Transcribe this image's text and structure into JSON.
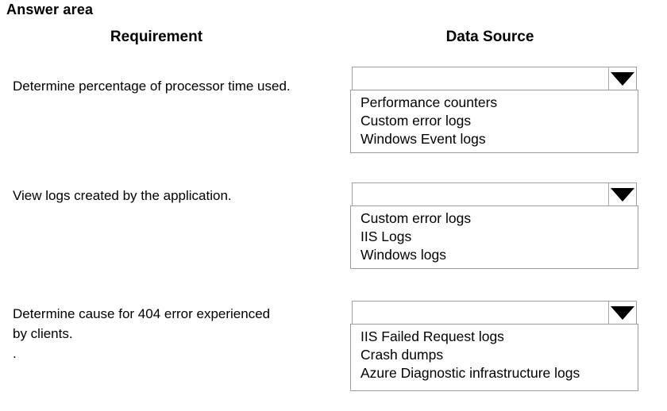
{
  "title": "Answer area",
  "columns": {
    "requirement": "Requirement",
    "data_source": "Data Source"
  },
  "rows": [
    {
      "requirement": "Determine percentage of processor time used.",
      "dropdown": {
        "selected": "",
        "options": [
          "Performance counters",
          "Custom error logs",
          "Windows Event logs"
        ]
      }
    },
    {
      "requirement": "View logs created by the application.",
      "dropdown": {
        "selected": "",
        "options": [
          "Custom error logs",
          "IIS Logs",
          "Windows logs"
        ]
      }
    },
    {
      "requirement": "Determine cause for 404 error experienced\nby clients.\n.",
      "dropdown": {
        "selected": "",
        "options": [
          "IIS Failed Request logs",
          "Crash dumps",
          "Azure Diagnostic infrastructure logs"
        ]
      }
    }
  ],
  "icons": {
    "dropdown_arrow": "triangle-down-icon"
  },
  "colors": {
    "background": "#ffffff",
    "text": "#000000",
    "select_border": "#a0a0a0",
    "list_border": "#9b9b9b",
    "arrow": "#000000"
  }
}
